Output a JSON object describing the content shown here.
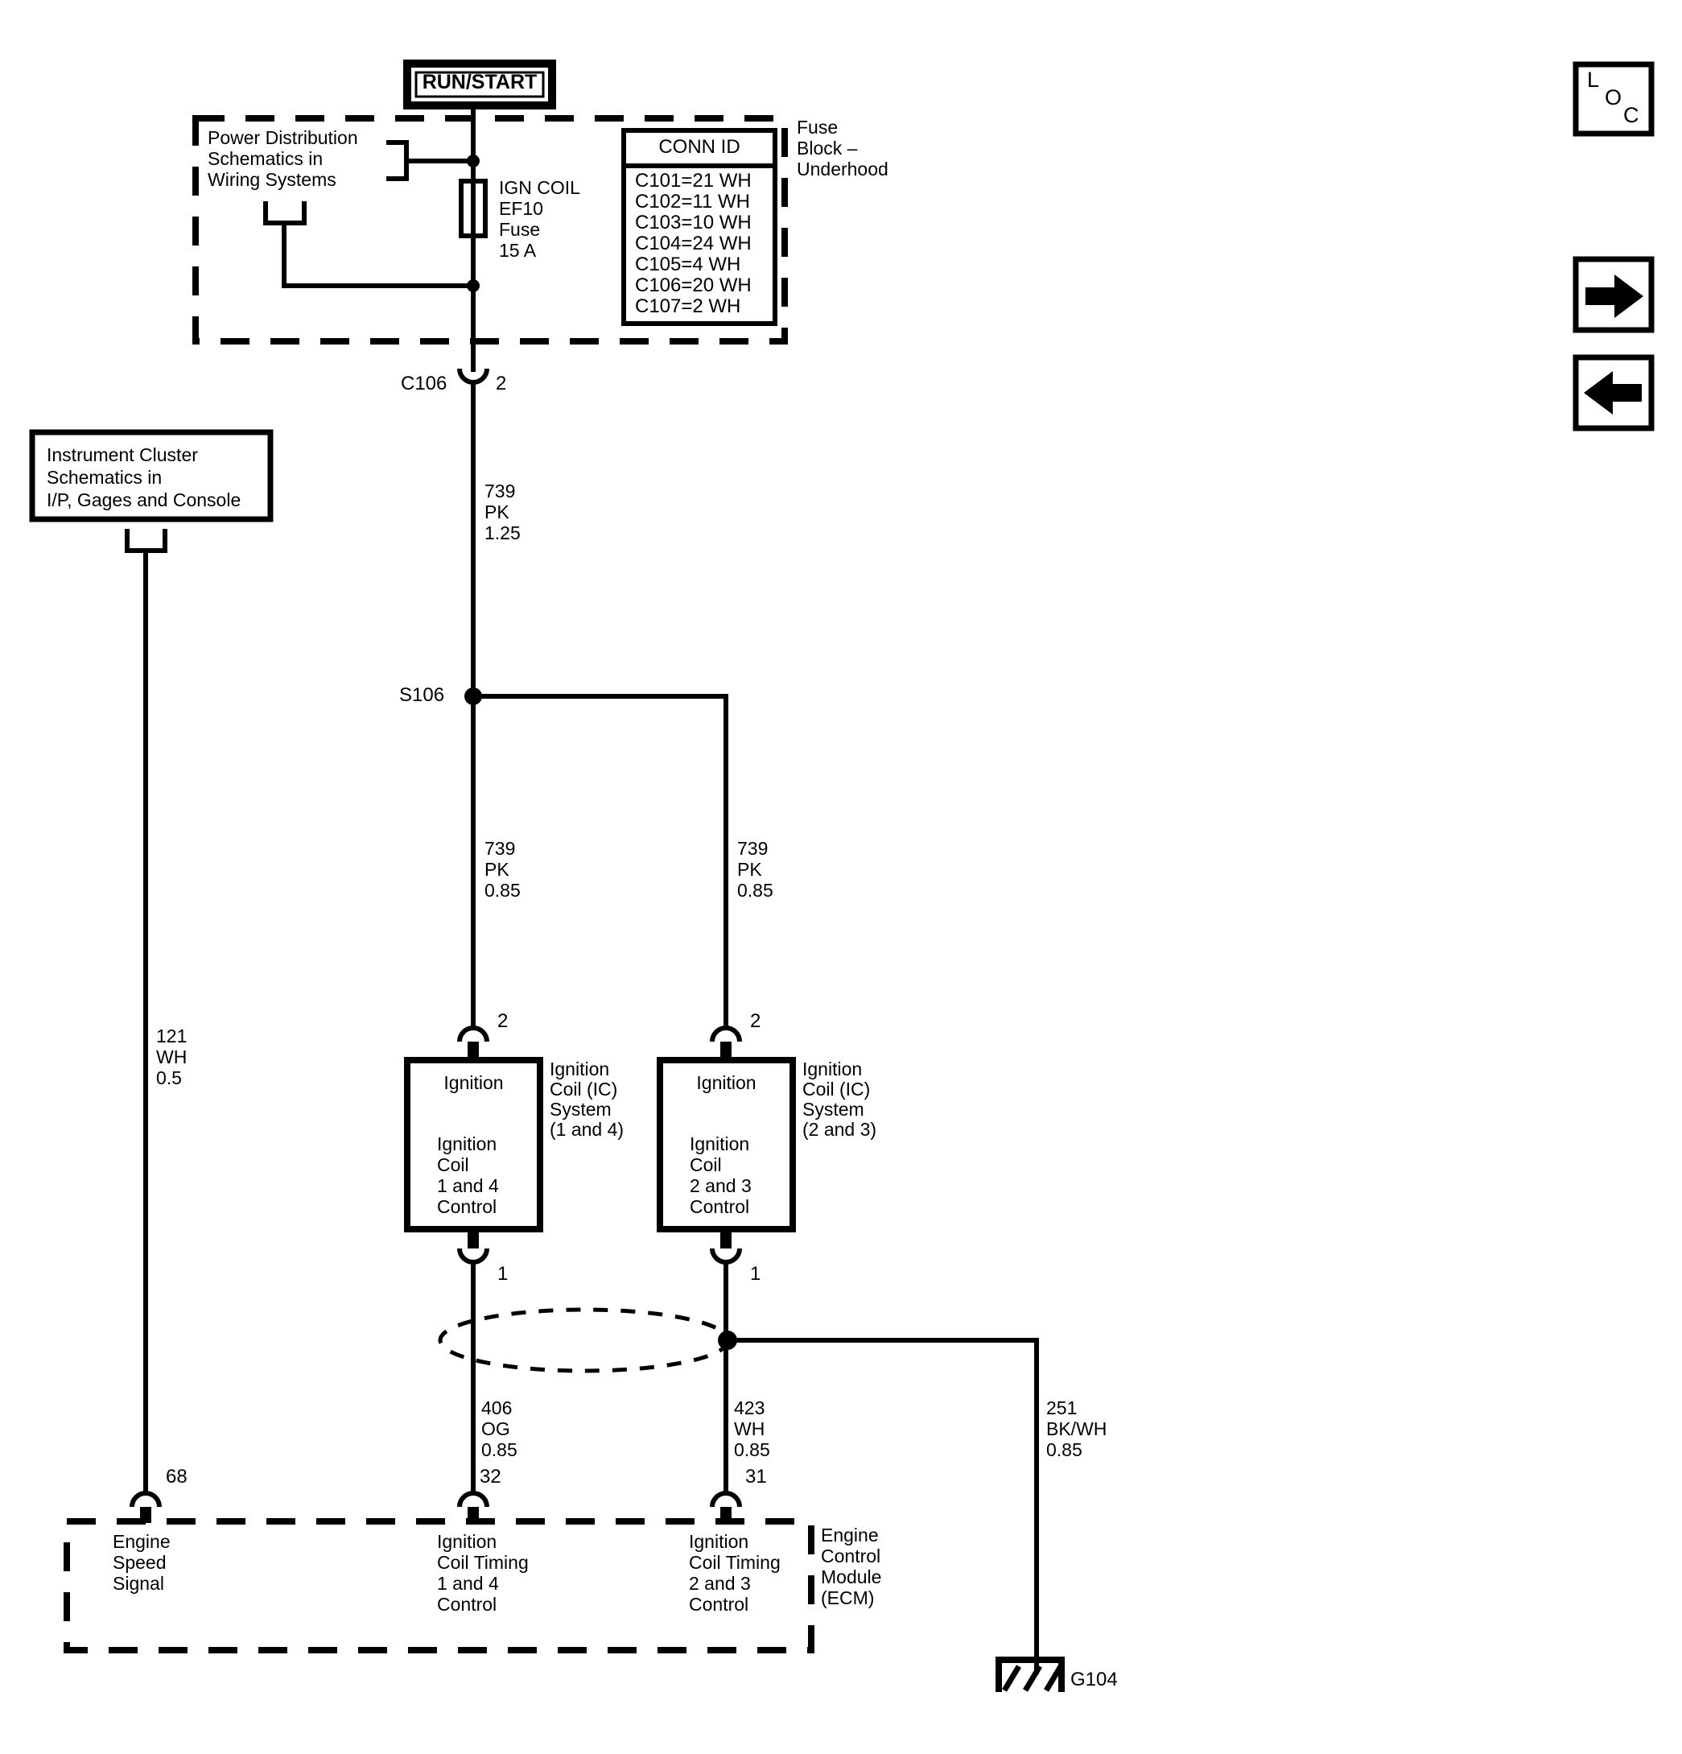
{
  "colors": {
    "ink": "#000000",
    "paper": "#ffffff"
  },
  "header": {
    "power_mode_label": "RUN/START"
  },
  "nav": {
    "loc_l": "L",
    "loc_o": "O",
    "loc_c": "C"
  },
  "fuse_block": {
    "title": "Fuse\nBlock –\nUnderhood",
    "reference": "Power Distribution\nSchematics in\nWiring Systems",
    "fuse_label": "IGN COIL\nEF10\nFuse\n15 A",
    "conn_id": {
      "header": "CONN ID",
      "rows": [
        "C101=21 WH",
        "C102=11 WH",
        "C103=10 WH",
        "C104=24 WH",
        "C105=4 WH",
        "C106=20 WH",
        "C107=2 WH"
      ]
    }
  },
  "connector_c106": {
    "name": "C106",
    "pin": "2"
  },
  "splice": {
    "name": "S106"
  },
  "wires": {
    "w739_main": "739\nPK\n1.25",
    "w739_left": "739\nPK\n0.85",
    "w739_right": "739\nPK\n0.85",
    "w121": "121\nWH\n0.5",
    "w406": "406\nOG\n0.85",
    "w423": "423\nWH\n0.85",
    "w251": "251\nBK/WH\n0.85"
  },
  "instrument_cluster": {
    "reference": "Instrument Cluster\nSchematics in\nI/P, Gages and Console"
  },
  "coil_14": {
    "pin_in": "2",
    "title": "Ignition",
    "body": "Ignition\nCoil\n1 and 4\nControl",
    "side": "Ignition\nCoil (IC)\nSystem\n(1 and 4)",
    "pin_out": "1"
  },
  "coil_23": {
    "pin_in": "2",
    "title": "Ignition",
    "body": "Ignition\nCoil\n2 and 3\nControl",
    "side": "Ignition\nCoil (IC)\nSystem\n(2 and 3)",
    "pin_out": "1"
  },
  "ecm": {
    "pin_68": "68",
    "pin_32": "32",
    "pin_31": "31",
    "engine_speed": "Engine\nSpeed\nSignal",
    "timing_14": "Ignition\nCoil Timing\n1 and 4\nControl",
    "timing_23": "Ignition\nCoil Timing\n2 and 3\nControl",
    "title": "Engine\nControl\nModule\n(ECM)"
  },
  "ground": {
    "name": "G104"
  }
}
